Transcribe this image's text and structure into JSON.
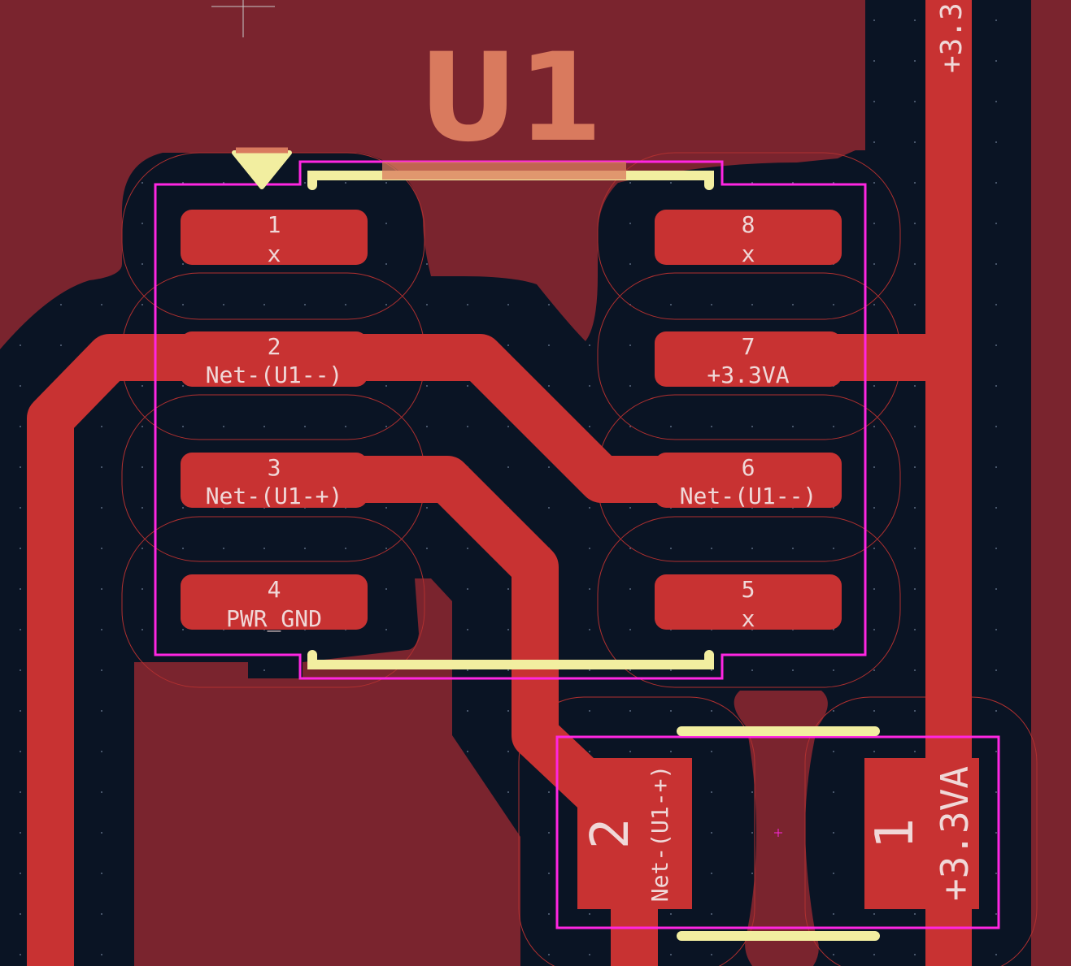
{
  "component": {
    "reference": "U1",
    "pads": [
      {
        "number": "1",
        "net": "x"
      },
      {
        "number": "2",
        "net": "Net-(U1--)"
      },
      {
        "number": "3",
        "net": "Net-(U1-+)"
      },
      {
        "number": "4",
        "net": "PWR_GND"
      },
      {
        "number": "5",
        "net": "x"
      },
      {
        "number": "6",
        "net": "Net-(U1--)"
      },
      {
        "number": "7",
        "net": "+3.3VA"
      },
      {
        "number": "8",
        "net": "x"
      }
    ]
  },
  "capacitor": {
    "pads": [
      {
        "number": "2",
        "net": "Net-(U1-+)"
      },
      {
        "number": "1",
        "net": "+3.3VA"
      }
    ]
  },
  "vertical_track": {
    "net": "+3.3"
  },
  "colors": {
    "background": "#0a1424",
    "copper_fill": "#7a242e",
    "copper_track": "#c83232",
    "silkscreen": "#f2eea0",
    "courtyard": "#ff26e2",
    "reference_text": "#d97a5e",
    "pad_text": "#f0d8d8"
  }
}
